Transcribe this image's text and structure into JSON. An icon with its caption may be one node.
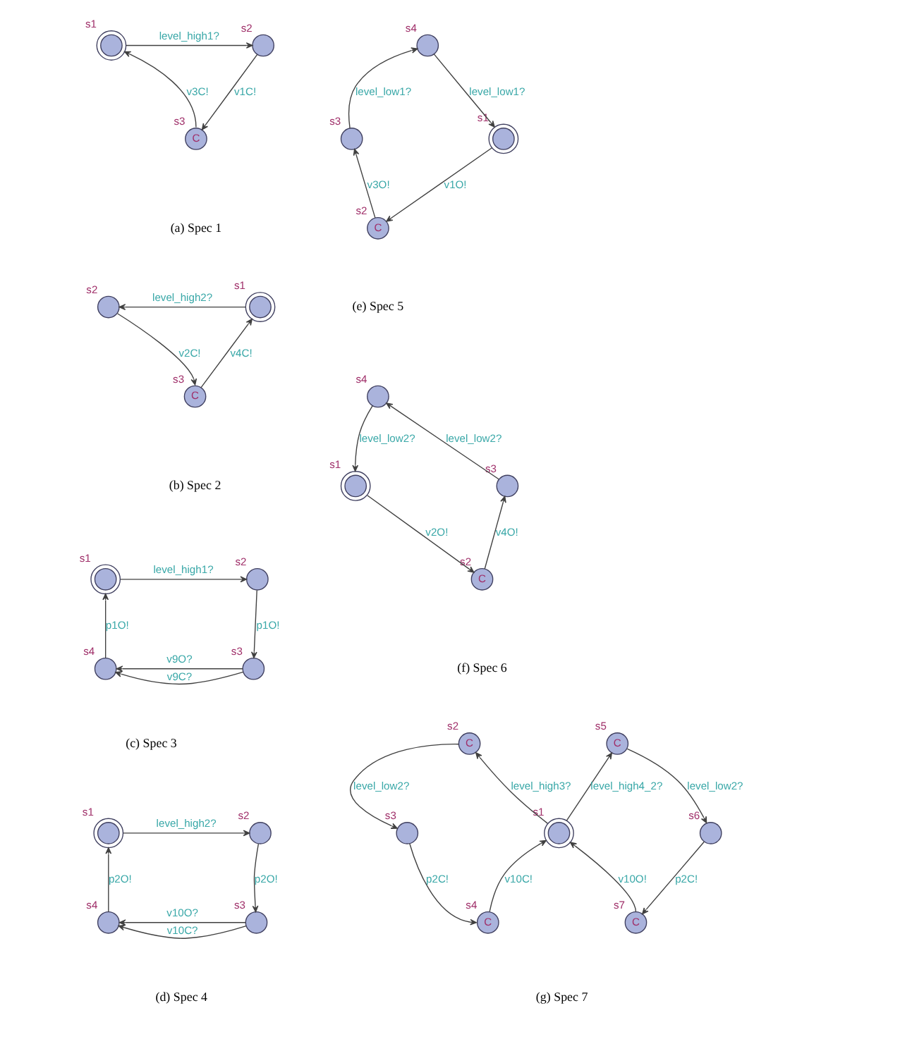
{
  "diagram": {
    "nodes": [
      {
        "text": [],
        "shape": "doublecircle",
        "beside": [
          "s1"
        ]
      },
      {
        "text": [],
        "shape": "circle",
        "beside": [
          "s2"
        ]
      },
      {
        "text": [
          "C"
        ],
        "beside": [
          "s3"
        ]
      },
      {
        "text": [],
        "shape": "doublecircle",
        "beside": [
          "s1"
        ]
      },
      {
        "text": [],
        "shape": "circle",
        "beside": [
          "s2"
        ]
      },
      {
        "text": [
          "C"
        ],
        "beside": [
          "s3"
        ]
      },
      {
        "text": [],
        "shape": "doublecircle",
        "beside": [
          "s1"
        ]
      },
      {
        "text": [],
        "shape": "circle",
        "beside": [
          "s2"
        ]
      },
      {
        "text": [],
        "shape": "circle",
        "beside": [
          "s4"
        ]
      },
      {
        "text": [],
        "shape": "circle",
        "beside": [
          "s3"
        ]
      },
      {
        "text": [],
        "shape": "doublecircle",
        "beside": [
          "s1"
        ]
      },
      {
        "text": [],
        "shape": "circle",
        "beside": [
          "s2"
        ]
      },
      {
        "text": [],
        "shape": "circle",
        "beside": [
          "s4"
        ]
      },
      {
        "text": [],
        "shape": "circle",
        "beside": [
          "s3"
        ]
      },
      {
        "text": [],
        "shape": "circle",
        "beside": [
          "s4"
        ]
      },
      {
        "text": [],
        "shape": "circle",
        "beside": [
          "s3"
        ]
      },
      {
        "text": [],
        "shape": "doublecircle",
        "beside": [
          "s1"
        ]
      },
      {
        "text": [
          "C"
        ],
        "beside": [
          "s2"
        ]
      },
      {
        "text": [],
        "shape": "circle",
        "beside": [
          "s4"
        ]
      },
      {
        "text": [],
        "shape": "circle",
        "beside": [
          "s3"
        ]
      },
      {
        "text": [],
        "shape": "doublecircle",
        "beside": [
          "s1"
        ]
      },
      {
        "text": [
          "C"
        ],
        "beside": [
          "s2"
        ]
      },
      {
        "text": [
          "C"
        ],
        "beside": [
          "s2"
        ]
      },
      {
        "text": [
          "C"
        ],
        "beside": [
          "s5"
        ]
      },
      {
        "text": [],
        "shape": "circle",
        "beside": [
          "s3"
        ]
      },
      {
        "text": [],
        "shape": "doublecircle",
        "beside": [
          "s1"
        ]
      },
      {
        "text": [],
        "shape": "circle",
        "beside": [
          "s6"
        ]
      },
      {
        "text": [
          "C"
        ],
        "beside": [
          "s4"
        ]
      },
      {
        "text": [
          "C"
        ],
        "beside": [
          "s7"
        ]
      }
    ],
    "edges": [
      {
        "from": 0,
        "to": 1,
        "arrow": "to",
        "label": "level_high1?"
      },
      {
        "from": 1,
        "to": 2,
        "arrow": "to",
        "label": "v1C!"
      },
      {
        "from": 2,
        "to": 0,
        "arrow": "to",
        "label": "v3C!"
      },
      {
        "from": 3,
        "to": 4,
        "arrow": "to",
        "label": "level_high2?"
      },
      {
        "from": 4,
        "to": 5,
        "arrow": "to",
        "label": "v2C!"
      },
      {
        "from": 5,
        "to": 3,
        "arrow": "to",
        "label": "v4C!"
      },
      {
        "from": 6,
        "to": 7,
        "arrow": "to",
        "label": "level_high1?"
      },
      {
        "from": 7,
        "to": 9,
        "arrow": "to",
        "label": "p1O!"
      },
      {
        "from": 9,
        "to": 8,
        "arrow": "to",
        "label": "v9O?"
      },
      {
        "from": 9,
        "to": 8,
        "arrow": "to",
        "label": "v9C?"
      },
      {
        "from": 8,
        "to": 6,
        "arrow": "to",
        "label": "p1O!"
      },
      {
        "from": 10,
        "to": 11,
        "arrow": "to",
        "label": "level_high2?"
      },
      {
        "from": 11,
        "to": 13,
        "arrow": "to",
        "label": "p2O!"
      },
      {
        "from": 13,
        "to": 12,
        "arrow": "to",
        "label": "v10O?"
      },
      {
        "from": 13,
        "to": 12,
        "arrow": "to",
        "label": "v10C?"
      },
      {
        "from": 12,
        "to": 10,
        "arrow": "to",
        "label": "p2O!"
      },
      {
        "from": 15,
        "to": 14,
        "arrow": "to",
        "label": "level_low1?"
      },
      {
        "from": 14,
        "to": 16,
        "arrow": "to",
        "label": "level_low1?"
      },
      {
        "from": 16,
        "to": 17,
        "arrow": "to",
        "label": "v1O!"
      },
      {
        "from": 17,
        "to": 15,
        "arrow": "to",
        "label": "v3O!"
      },
      {
        "from": 19,
        "to": 18,
        "arrow": "to",
        "label": "level_low2?"
      },
      {
        "from": 18,
        "to": 20,
        "arrow": "to",
        "label": "level_low2?"
      },
      {
        "from": 20,
        "to": 21,
        "arrow": "to",
        "label": "v2O!"
      },
      {
        "from": 21,
        "to": 19,
        "arrow": "to",
        "label": "v4O!"
      },
      {
        "from": 25,
        "to": 22,
        "arrow": "to",
        "label": "level_high3?"
      },
      {
        "from": 22,
        "to": 24,
        "arrow": "to",
        "label": "level_low2?"
      },
      {
        "from": 24,
        "to": 27,
        "arrow": "to",
        "label": "p2C!"
      },
      {
        "from": 27,
        "to": 25,
        "arrow": "to",
        "label": "v10C!"
      },
      {
        "from": 25,
        "to": 23,
        "arrow": "to",
        "label": "level_high4_2?"
      },
      {
        "from": 23,
        "to": 26,
        "arrow": "to",
        "label": "level_low2?"
      },
      {
        "from": 26,
        "to": 28,
        "arrow": "to",
        "label": "p2C!"
      },
      {
        "from": 28,
        "to": 25,
        "arrow": "to",
        "label": "v10O!"
      }
    ],
    "labels": [
      "(a) Spec 1",
      "(b) Spec 2",
      "(c) Spec 3",
      "(d) Spec 4",
      "(e) Spec 5",
      "(f) Spec 6",
      "(g) Spec 7"
    ]
  }
}
